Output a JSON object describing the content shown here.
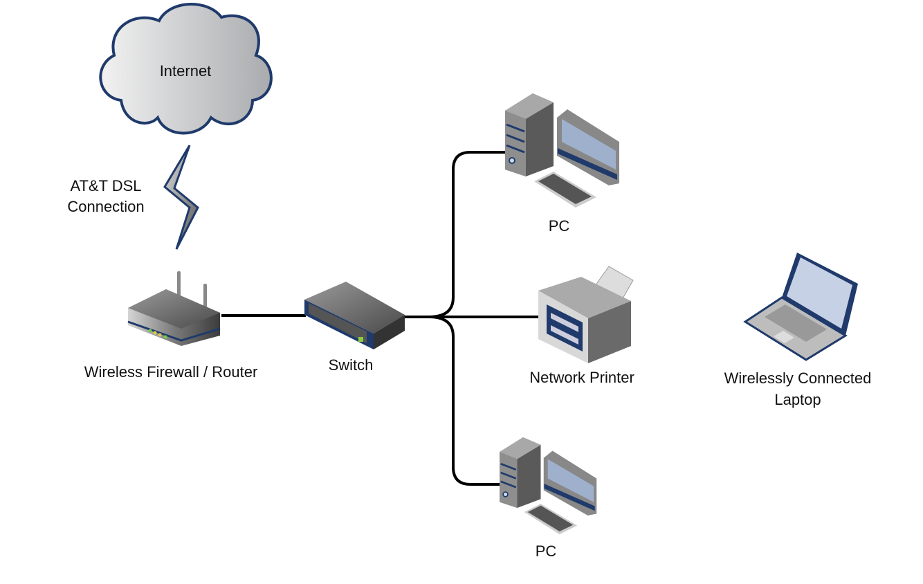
{
  "diagram": {
    "nodes": {
      "internet": {
        "label": "Internet",
        "icon": "cloud-icon"
      },
      "dsl": {
        "label_line1": "AT&T DSL",
        "label_line2": "Connection",
        "icon": "lightning-bolt-icon"
      },
      "router": {
        "label": "Wireless Firewall / Router",
        "icon": "wireless-router-icon"
      },
      "switch": {
        "label": "Switch",
        "icon": "network-switch-icon"
      },
      "pc_top": {
        "label": "PC",
        "icon": "desktop-pc-icon"
      },
      "printer": {
        "label": "Network Printer",
        "icon": "printer-icon"
      },
      "pc_bottom": {
        "label": "PC",
        "icon": "desktop-pc-icon"
      },
      "laptop": {
        "label_line1": "Wirelessly Connected",
        "label_line2": "Laptop",
        "icon": "laptop-icon"
      }
    },
    "edges": [
      {
        "from": "internet",
        "to": "router",
        "type": "dsl-link"
      },
      {
        "from": "router",
        "to": "switch",
        "type": "wired"
      },
      {
        "from": "switch",
        "to": "pc_top",
        "type": "wired"
      },
      {
        "from": "switch",
        "to": "printer",
        "type": "wired"
      },
      {
        "from": "switch",
        "to": "pc_bottom",
        "type": "wired"
      }
    ],
    "colors": {
      "accent": "#1f3a6b",
      "device_gray": "#8a8a8a",
      "screen": "#9fb0cc"
    }
  }
}
